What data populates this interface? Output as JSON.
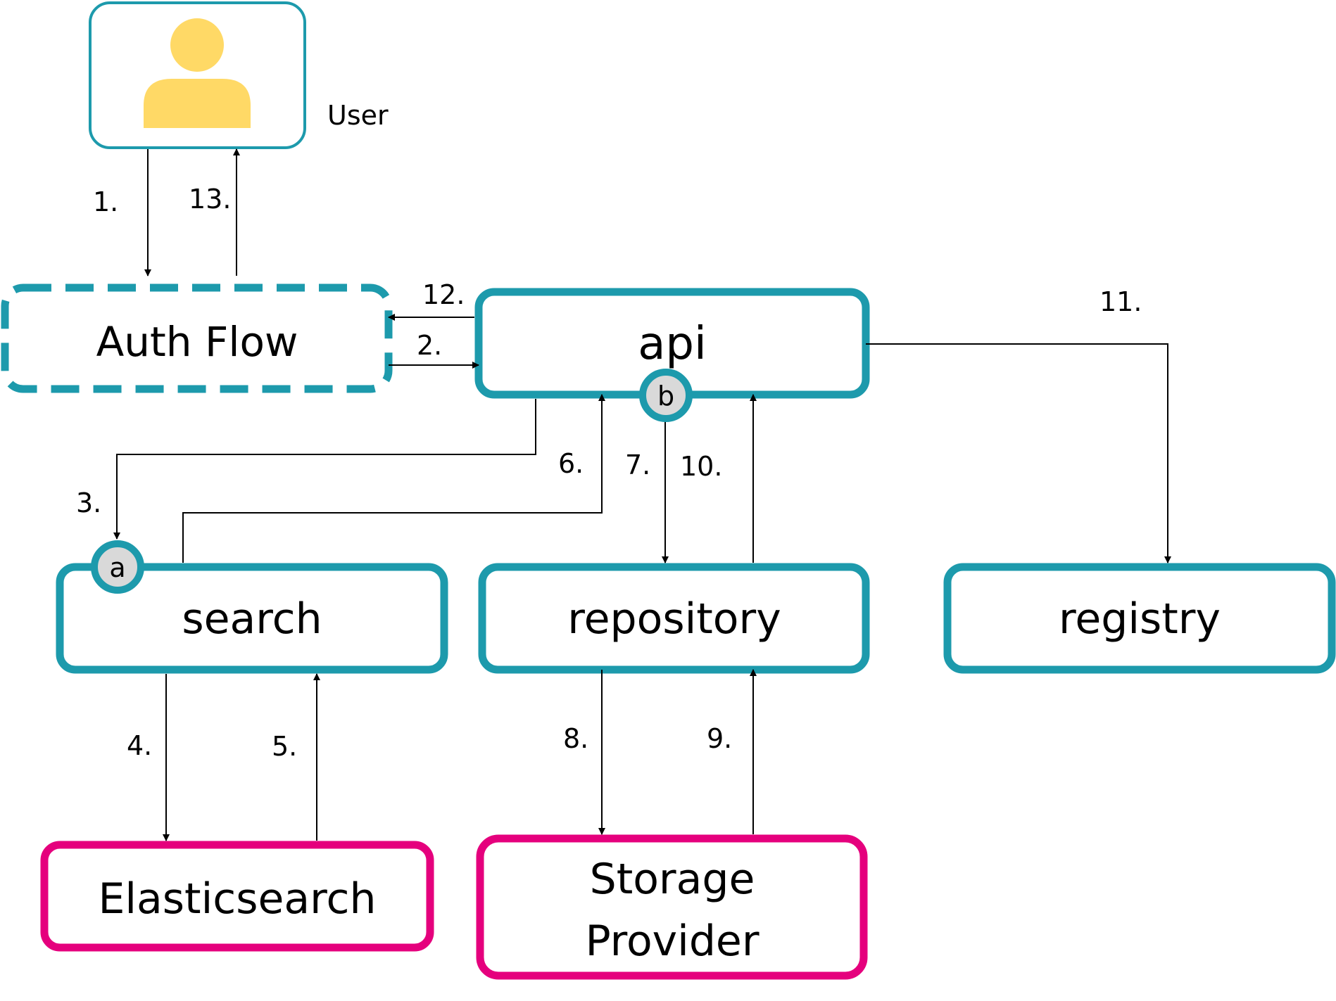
{
  "colors": {
    "service_border": "#1d9aac",
    "external_border": "#e5007d",
    "user_icon": "#ffd966",
    "marker_fill": "#d9d9d9",
    "edge": "#000000"
  },
  "user": {
    "label": "User",
    "icon": "person-icon"
  },
  "nodes": {
    "auth_flow": "Auth Flow",
    "api": "api",
    "search": "search",
    "repository": "repository",
    "registry": "registry",
    "elasticsearch": "Elasticsearch",
    "storage_line1": "Storage",
    "storage_line2": "Provider"
  },
  "markers": {
    "a": "a",
    "b": "b"
  },
  "steps": {
    "s1": "1.",
    "s2": "2.",
    "s3": "3.",
    "s4": "4.",
    "s5": "5.",
    "s6": "6.",
    "s7": "7.",
    "s8": "8.",
    "s9": "9.",
    "s10": "10.",
    "s11": "11.",
    "s12": "12.",
    "s13": "13."
  }
}
